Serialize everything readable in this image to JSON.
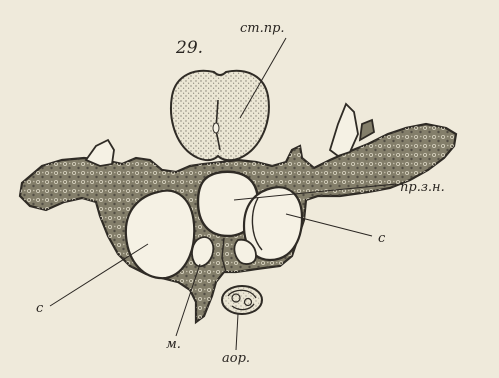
{
  "figure": {
    "number": "29.",
    "labels": {
      "spinal_cord": "ст.пр.",
      "notochord_sheath": "пр.з.н.",
      "right_cavity": "с",
      "left_cavity": "с",
      "muscle": "м.",
      "aorta": "аор."
    }
  },
  "colors": {
    "paper": "#efeadb",
    "tissue": "#837e6a",
    "tissue_edge": "#2f2b25",
    "cavity": "#f5f1e4",
    "stipple": "#3a3630"
  }
}
